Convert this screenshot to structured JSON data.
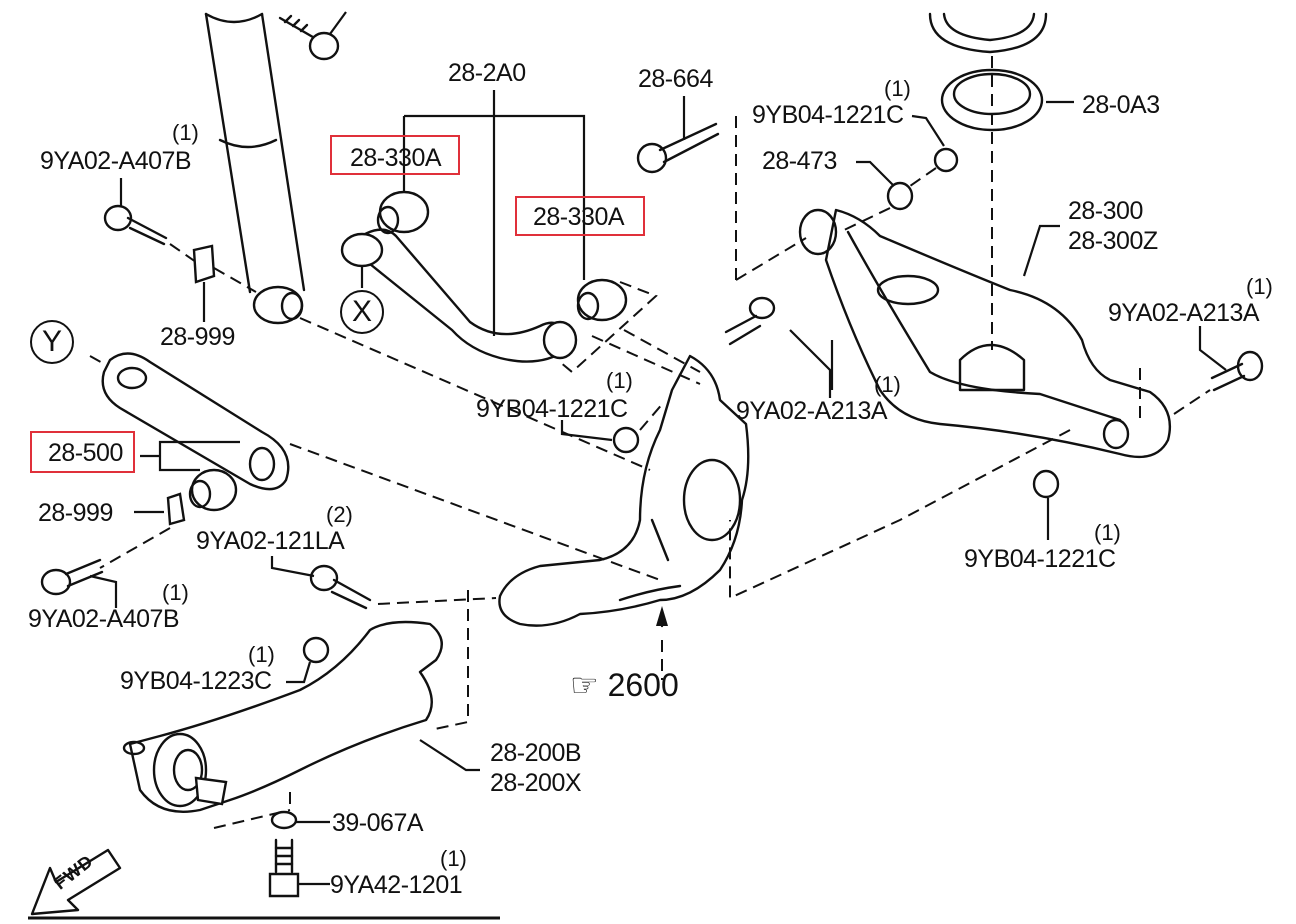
{
  "diagram": {
    "title": "Rear Suspension Parts Diagram",
    "highlight_color": "#e0303a",
    "line_color": "#111111",
    "background": "#ffffff"
  },
  "labels": {
    "bolt_upper_left": {
      "part": "9YA02-A407B",
      "qty": "(1)"
    },
    "bracket_upper_left": {
      "part": "28-999"
    },
    "lateral_link_assembly": {
      "part": "28-2A0"
    },
    "bushing_left": {
      "part": "28-330A",
      "highlighted": true
    },
    "bushing_right": {
      "part": "28-330A",
      "highlighted": true
    },
    "cam_bolt": {
      "part": "28-664"
    },
    "nut_upper_right": {
      "part": "9YB04-1221C",
      "qty": "(1)"
    },
    "washer_upper_right": {
      "part": "28-473"
    },
    "spring_seat": {
      "part": "28-0A3"
    },
    "lower_arm": {
      "part": "28-300",
      "part_alt": "28-300Z"
    },
    "bolt_right": {
      "part": "9YA02-A213A",
      "qty": "(1)"
    },
    "bolt_knuckle": {
      "part": "9YA02-A213A",
      "qty": "(1)"
    },
    "nut_knuckle": {
      "part": "9YB04-1221C",
      "qty": "(1)"
    },
    "nut_lower_right": {
      "part": "9YB04-1221C",
      "qty": "(1)"
    },
    "link_y_bushing": {
      "part": "28-500",
      "highlighted": true
    },
    "bracket_lower_left": {
      "part": "28-999"
    },
    "bolt_lower_left": {
      "part": "9YA02-A407B",
      "qty": "(1)"
    },
    "bolt_middle": {
      "part": "9YA02-121LA",
      "qty": "(2)"
    },
    "nut_trailing": {
      "part": "9YB04-1223C",
      "qty": "(1)"
    },
    "trailing_arm": {
      "part": "28-200B",
      "part_alt": "28-200X"
    },
    "cap": {
      "part": "39-067A"
    },
    "bolt_bottom": {
      "part": "9YA42-1201",
      "qty": "(1)"
    }
  },
  "callouts": {
    "x_marker": "X",
    "y_marker": "Y",
    "reference": {
      "icon": "pointing-hand-icon",
      "glyph": "☞",
      "number": "2600"
    },
    "forward": {
      "icon": "forward-arrow-icon",
      "text": "FWD"
    }
  }
}
